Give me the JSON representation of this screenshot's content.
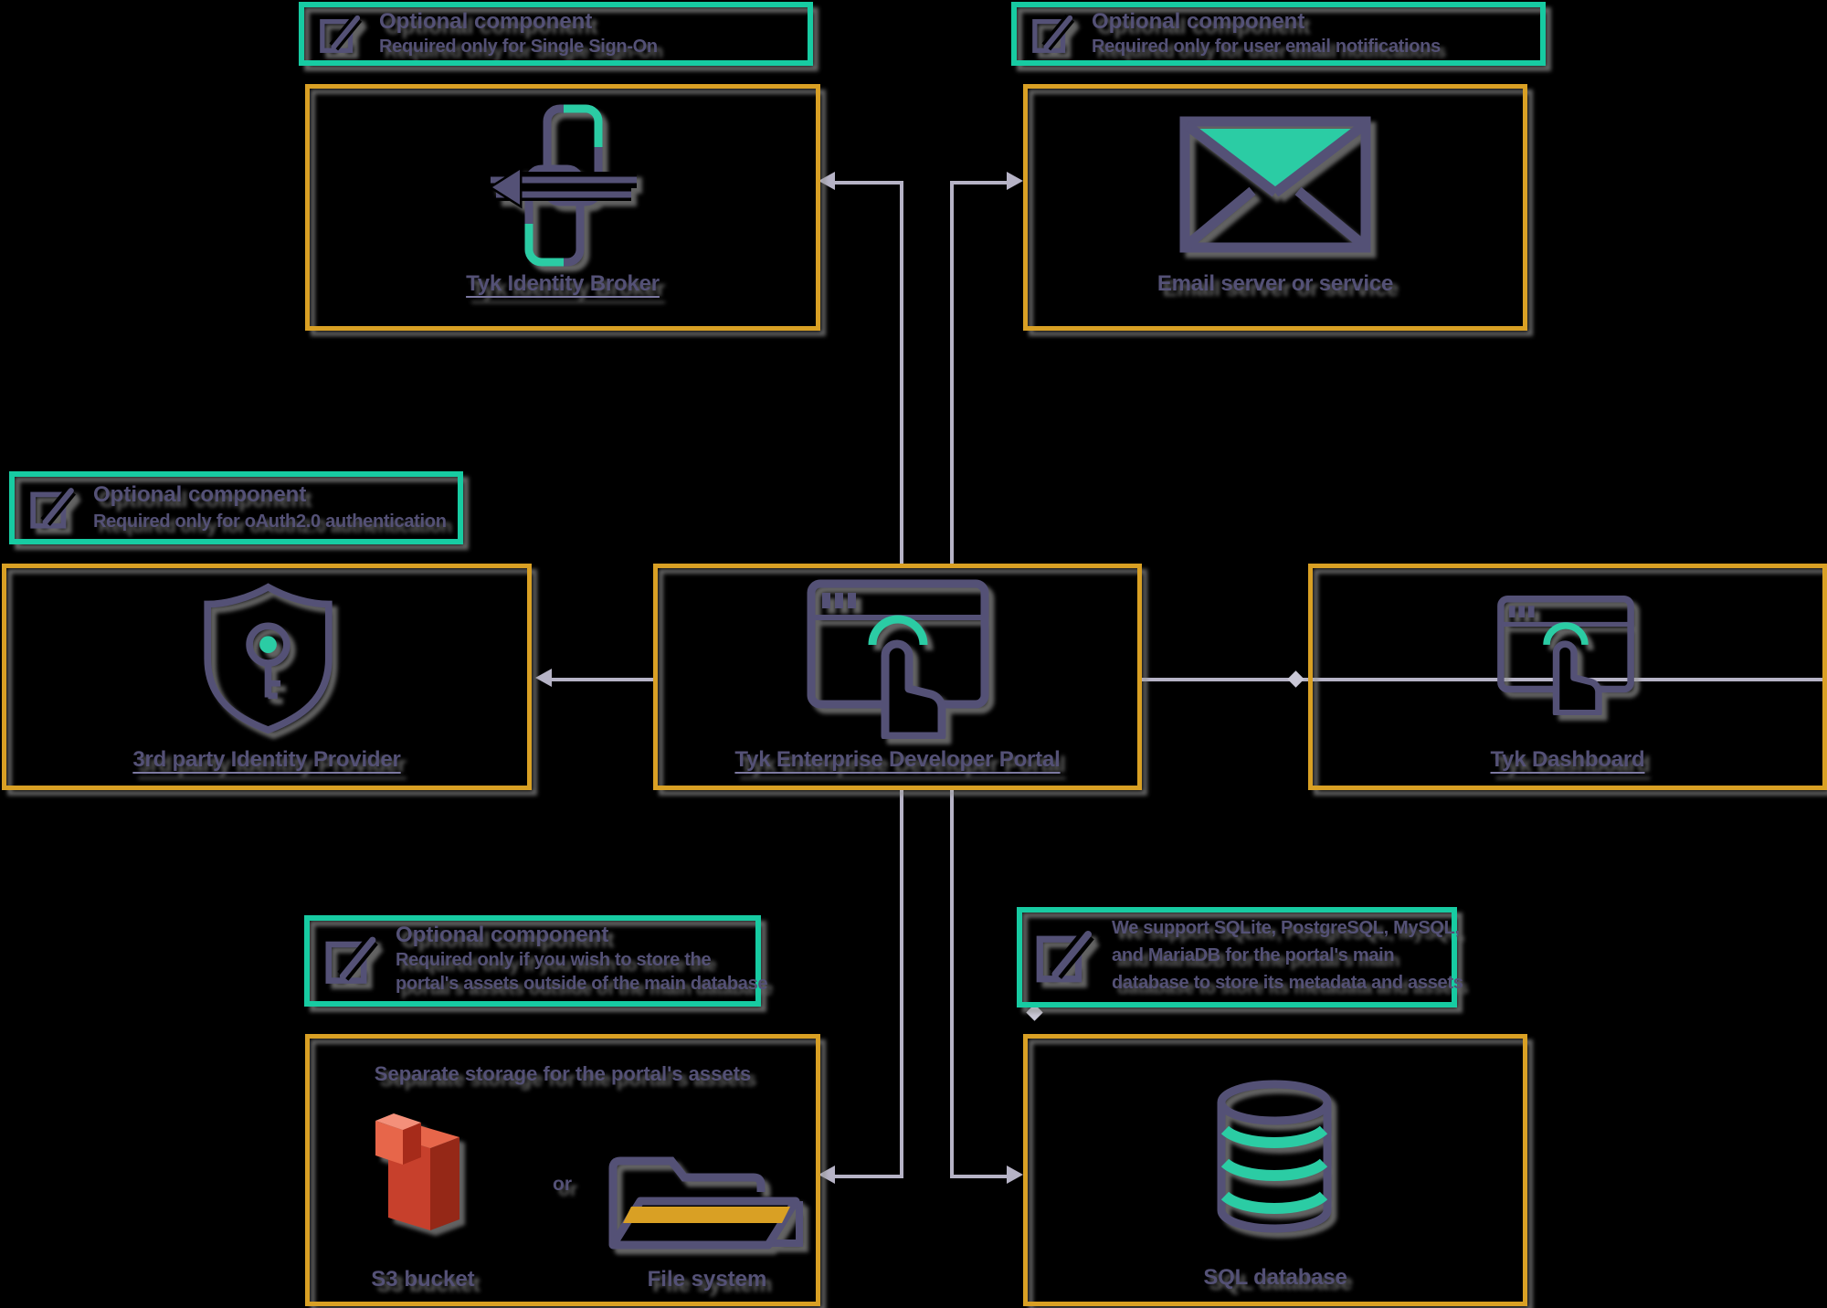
{
  "colors": {
    "background": "#000000",
    "node_border": "#d9a024",
    "annotation_border": "#17cba2",
    "ink": "#545176",
    "teal_accent": "#2bcca4",
    "connector": "#b6b3c6",
    "s3_red": "#c7402c",
    "folder_band": "#d9a024"
  },
  "annotations": {
    "top_left": {
      "heading": "Optional component",
      "lines": [
        "Required only for Single Sign-On"
      ]
    },
    "top_right": {
      "heading": "Optional component",
      "lines": [
        "Required only for user email notifications"
      ]
    },
    "mid_left": {
      "heading": "Optional component",
      "lines": [
        "Required only for oAuth2.0 authentication"
      ]
    },
    "bottom_left": {
      "heading": "Optional component",
      "lines": [
        "Required only if you wish to store the",
        "portal's assets outside of the main database"
      ]
    },
    "bottom_right": {
      "lines": [
        "We support SQLite, PostgreSQL, MySQL,",
        "and MariaDB for the portal's main",
        "database to store its metadata and assets"
      ]
    }
  },
  "nodes": {
    "identity_broker": {
      "label": "Tyk Identity Broker"
    },
    "email_server": {
      "label": "Email server or service"
    },
    "identity_provider": {
      "label": "3rd party Identity Provider"
    },
    "developer_portal": {
      "label": "Tyk Enterprise Developer Portal"
    },
    "dashboard": {
      "label": "Tyk Dashboard"
    },
    "asset_storage": {
      "title": "Separate storage for the portal's assets",
      "s3_label": "S3 bucket",
      "or_label": "or",
      "filesystem_label": "File system"
    },
    "sql_database": {
      "label": "SQL database"
    }
  }
}
